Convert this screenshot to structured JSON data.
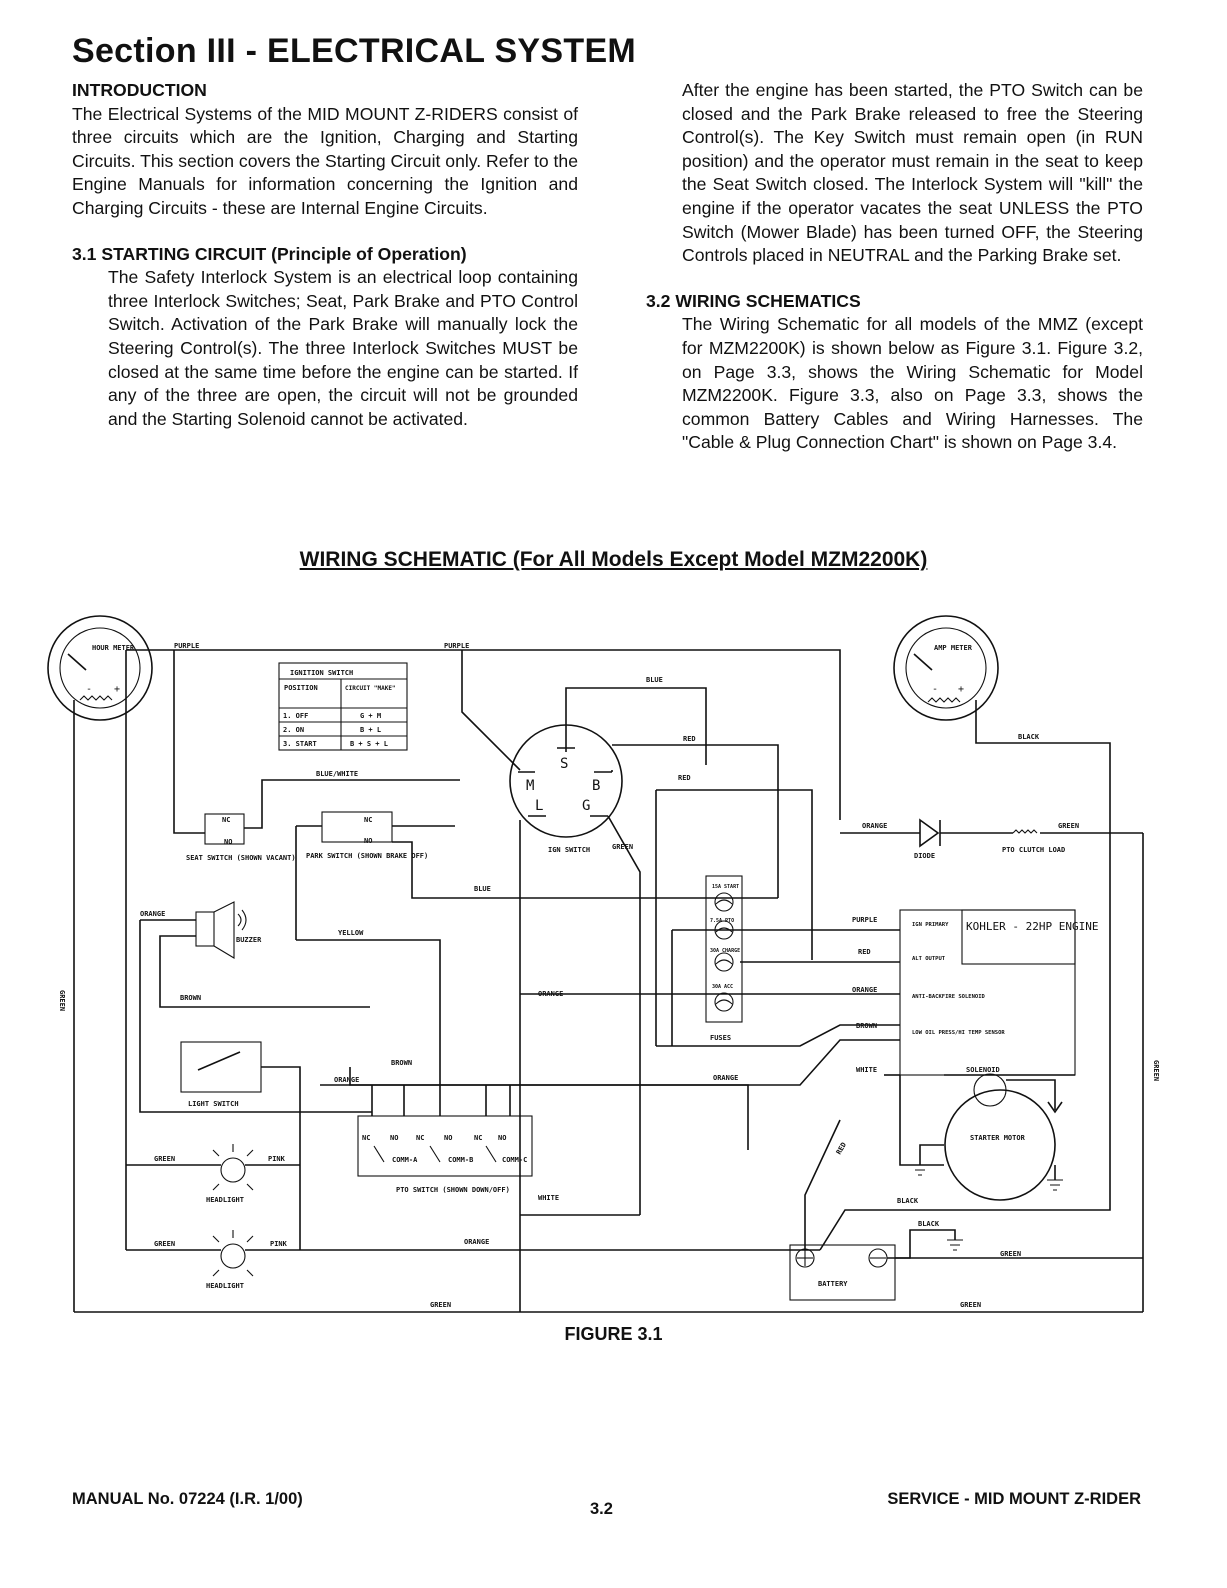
{
  "section_title": "Section III - ELECTRICAL SYSTEM",
  "left_column": {
    "intro_heading": "INTRODUCTION",
    "intro_text": "The Electrical Systems of the MID MOUNT Z-RIDERS consist of three circuits which are the Ignition, Charging and Starting Circuits. This section covers the Starting Circuit only. Refer to the Engine Manuals for information concerning the Ignition and Charging Circuits - these are Internal Engine Circuits.",
    "s31_heading": "3.1 STARTING CIRCUIT (Principle of Operation)",
    "s31_text": "The Safety Interlock System is an electrical loop containing three Interlock Switches; Seat, Park Brake and PTO Control Switch. Activation of the Park Brake will manually lock the Steering Control(s). The three Interlock Switches MUST be closed at the same time before the engine can be started. If any of the three are open, the circuit will not be grounded and the Starting Solenoid cannot be activated."
  },
  "right_column": {
    "cont_text": "After the engine has been started, the PTO Switch can be closed and the Park Brake released to free the Steering Control(s). The Key Switch must remain open (in RUN position) and the operator must remain in the seat to keep the Seat Switch closed. The Interlock System will \"kill\" the engine if the operator vacates the seat UNLESS the PTO Switch (Mower Blade) has been turned OFF, the Steering Controls placed in NEUTRAL and the Parking Brake set.",
    "s32_heading": "3.2 WIRING SCHEMATICS",
    "s32_text": "The Wiring Schematic for all models of the MMZ (except for MZM2200K) is shown below as Figure 3.1. Figure 3.2, on Page 3.3, shows the Wiring Schematic for Model MZM2200K. Figure 3.3, also on Page 3.3, shows the common Battery Cables and Wiring Harnesses. The \"Cable & Plug Connection Chart\" is shown on Page 3.4."
  },
  "schematic": {
    "title": "WIRING SCHEMATIC (For All Models Except Model MZM2200K)",
    "figure_caption": "FIGURE 3.1",
    "hour_meter": "HOUR METER",
    "amp_meter": "AMP METER",
    "ignition_table": {
      "title": "IGNITION SWITCH",
      "headers": [
        "POSITION",
        "CIRCUIT \"MAKE\""
      ],
      "rows": [
        [
          "1. OFF",
          "G + M"
        ],
        [
          "2. ON",
          "B + L"
        ],
        [
          "3. START",
          "B + S + L"
        ]
      ]
    },
    "ign_switch": {
      "label": "IGN SWITCH",
      "terminals": [
        "S",
        "M",
        "B",
        "L",
        "G"
      ]
    },
    "seat_switch": "SEAT SWITCH (SHOWN VACANT)",
    "park_switch": "PARK SWITCH (SHOWN BRAKE OFF)",
    "buzzer": "BUZZER",
    "light_switch": "LIGHT SWITCH",
    "headlight": "HEADLIGHT",
    "pto_switch": {
      "label": "PTO SWITCH (SHOWN DOWN/OFF)",
      "contacts": [
        "NC",
        "NO",
        "NC",
        "NO",
        "NC",
        "NO"
      ],
      "commons": [
        "COMM-A",
        "COMM-B",
        "COMM-C"
      ]
    },
    "fuses": {
      "label": "FUSES",
      "items": [
        "15A START",
        "7.5A PTO",
        "30A CHARGE",
        "30A ACC"
      ]
    },
    "diode": "DIODE",
    "pto_clutch": "PTO CLUTCH LOAD",
    "engine": {
      "name": "KOHLER - 22HP ENGINE",
      "terminals": [
        "IGN PRIMARY",
        "ALT OUTPUT",
        "ANTI-BACKFIRE SOLENOID",
        "LOW OIL PRESS/HI TEMP SENSOR"
      ]
    },
    "solenoid": "SOLENOID",
    "starter": "STARTER MOTOR",
    "battery": "BATTERY",
    "switch_contacts": {
      "nc": "NC",
      "no": "NO"
    },
    "wire_colors": {
      "purple": "PURPLE",
      "blue": "BLUE",
      "red": "RED",
      "black": "BLACK",
      "blue_white": "BLUE/WHITE",
      "orange": "ORANGE",
      "green": "GREEN",
      "yellow": "YELLOW",
      "brown": "BROWN",
      "white": "WHITE",
      "pink": "PINK"
    }
  },
  "footer": {
    "manual": "MANUAL No. 07224 (I.R. 1/00)",
    "page": "3.2",
    "service": "SERVICE - MID MOUNT Z-RIDER"
  }
}
